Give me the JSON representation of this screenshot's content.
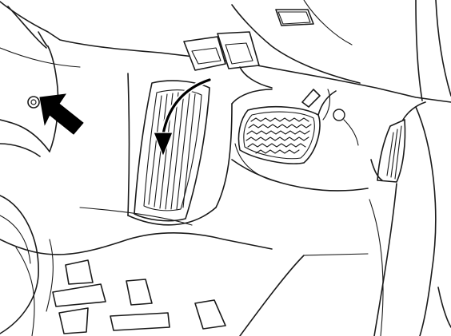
{
  "figure": {
    "kind": "line-art illustration",
    "subject": "driver footwell",
    "colors": {
      "line": "#1a1a1a",
      "background": "#ffffff",
      "indicator": "#000000"
    }
  },
  "callouts": [
    {
      "id": "indicator-arrow",
      "icon": "black-arrow-icon",
      "points_to": "bolt"
    },
    {
      "id": "motion-arrow",
      "icon": "curved-arrow-icon",
      "meaning": "rotate-down"
    }
  ]
}
